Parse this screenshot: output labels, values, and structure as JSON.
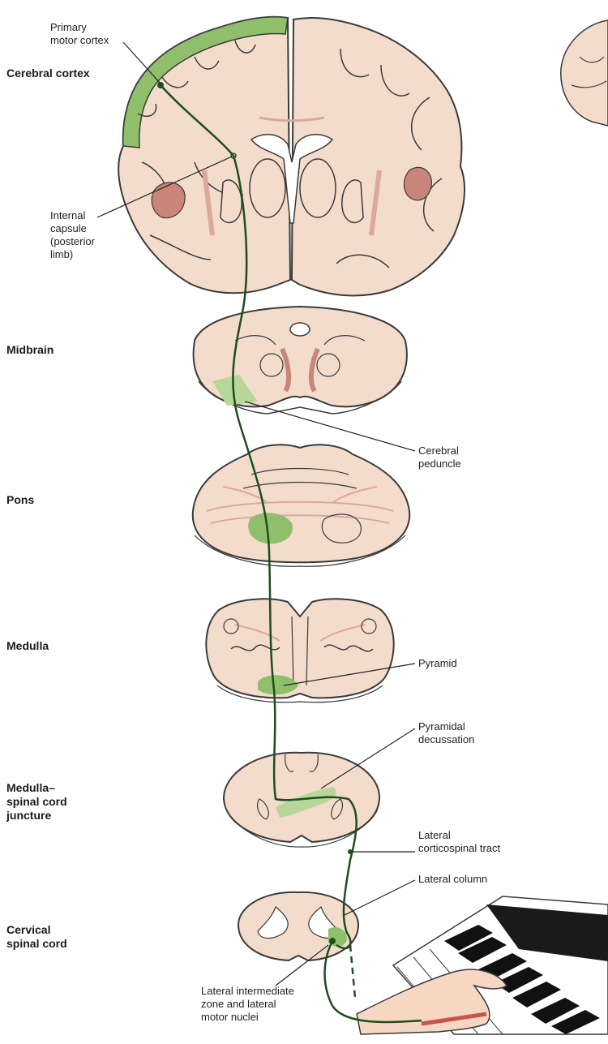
{
  "colors": {
    "tissue": "#f3dccb",
    "tissue_dark": "#e8c9b2",
    "outline": "#3a3a3a",
    "tract": "#8fbf6a",
    "tract_light": "#b7d79a",
    "pathway": "#1f4d1f",
    "nucleus_red": "#c9857a",
    "fiber_pink": "#dda79c"
  },
  "levels": {
    "cerebral_cortex": "Cerebral cortex",
    "midbrain": "Midbrain",
    "pons": "Pons",
    "medulla": "Medulla",
    "medulla_spinal_juncture": "Medulla–\nspinal cord\njuncture",
    "cervical_spinal_cord": "Cervical\nspinal cord"
  },
  "annotations": {
    "primary_motor_cortex": "Primary\nmotor cortex",
    "internal_capsule": "Internal\ncapsule\n(posterior\nlimb)",
    "cerebral_peduncle": "Cerebral\npeduncle",
    "pyramid": "Pyramid",
    "pyramidal_decussation": "Pyramidal\ndecussation",
    "lateral_corticospinal_tract": "Lateral\ncorticospinal tract",
    "lateral_column": "Lateral column",
    "lateral_intermediate_zone": "Lateral intermediate\nzone and lateral\nmotor nuclei"
  }
}
